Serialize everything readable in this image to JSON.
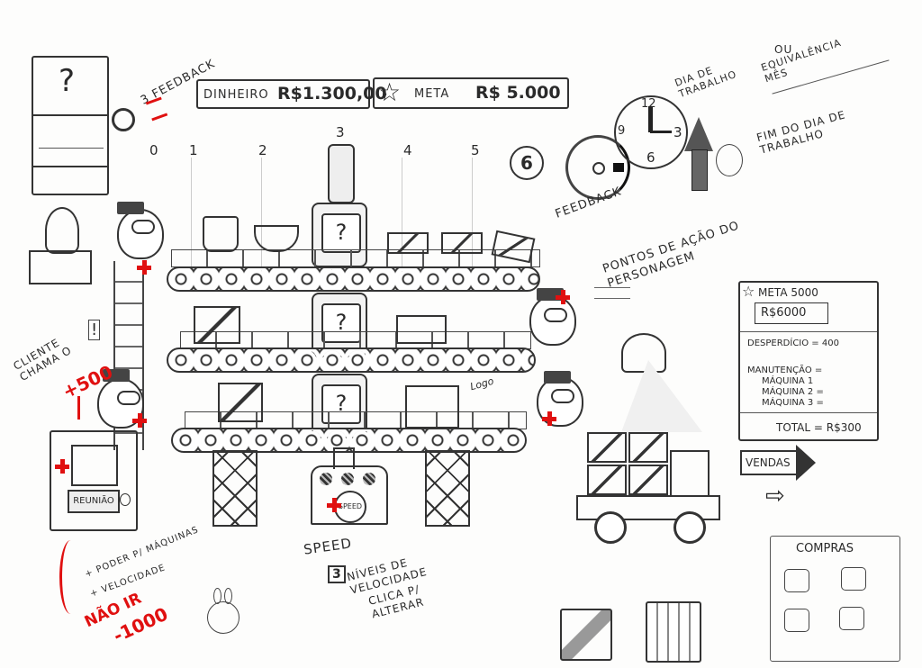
{
  "hud": {
    "feedback_label": "3 Feedback",
    "money_label": "Dinheiro",
    "money_value": "R$1.300,00",
    "goal_label": "Meta",
    "goal_value": "R$ 5.000"
  },
  "columns": [
    "0",
    "1",
    "2",
    "3",
    "4",
    "5"
  ],
  "machines": {
    "screen_symbol": "?"
  },
  "clock": {
    "feedback_number": "6",
    "feedback_label": "Feedback",
    "numbers": [
      "12",
      "3",
      "6",
      "9"
    ],
    "note_workday": "Dia de trabalho",
    "note_or": "ou",
    "note_equivalent": "equivalência mês",
    "note_end": "Fim do dia de trabalho"
  },
  "notes": {
    "action_points": "Pontos de ação do personagem",
    "logo": "Logo",
    "client_calls": "Cliente chama o",
    "client_bonus": "+500",
    "client_exclaim": "!",
    "power_note": "+ poder p/ máquinas",
    "speed_note": "+ velocidade",
    "not_go": "Não ir",
    "penalty": "-1000",
    "speed_label": "Speed",
    "speed_levels_number": "3",
    "speed_levels": "Níveis de velocidade",
    "speed_click": "Clica p/ alterar"
  },
  "client_panel": {
    "button": "Reunião"
  },
  "speed_control": {
    "button": "Speed"
  },
  "report": {
    "goal": "Meta 5000",
    "earned": "R$6000",
    "waste": "Desperdício = 400",
    "maintenance": "Manutenção =",
    "machines": [
      "Máquina 1",
      "Máquina 2 =",
      "Máquina 3 ="
    ],
    "total": "Total = R$300"
  },
  "sales": {
    "button": "Vendas"
  },
  "shop": {
    "title": "Compras"
  }
}
